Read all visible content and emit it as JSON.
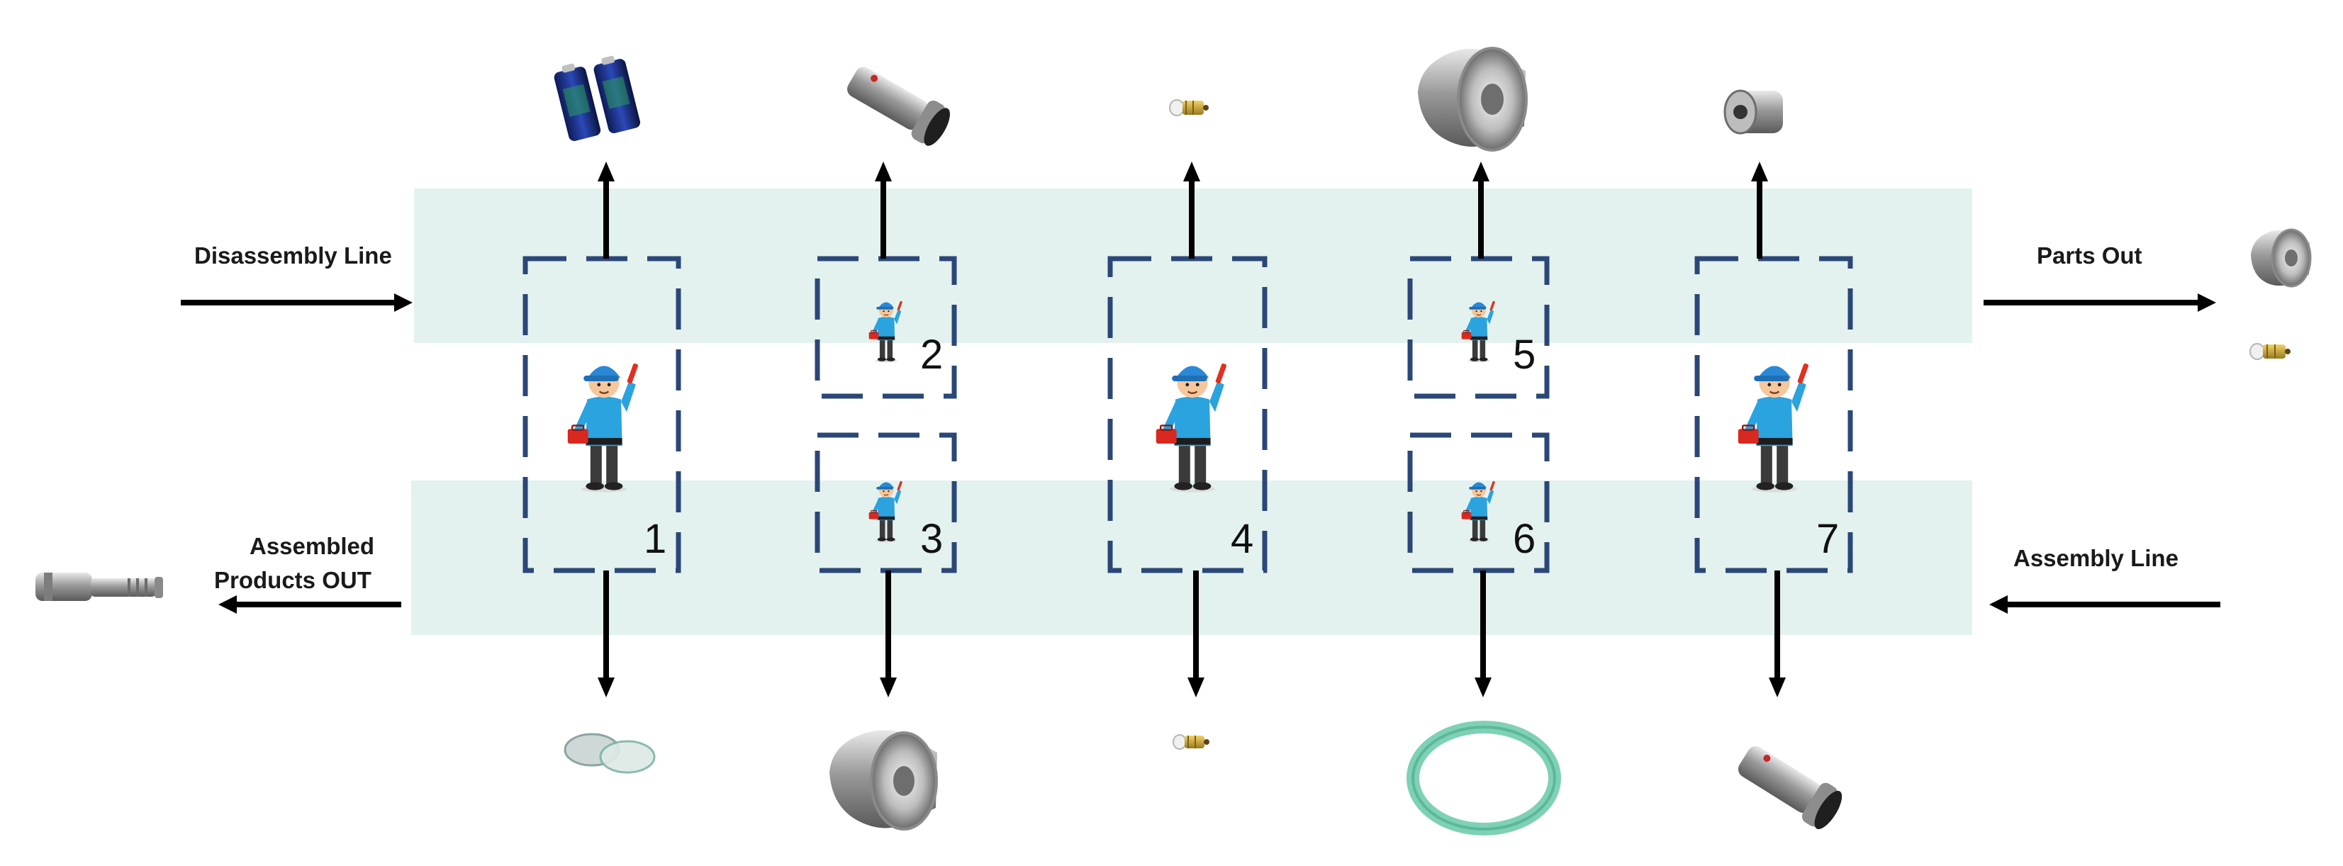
{
  "labels": {
    "disassembly_line": "Disassembly Line",
    "parts_out": "Parts Out",
    "assembled_line1": "Assembled",
    "assembled_line2": "Products OUT",
    "assembly_line": "Assembly Line"
  },
  "stations": [
    "1",
    "2",
    "3",
    "4",
    "5",
    "6",
    "7"
  ],
  "colors": {
    "lane": "#e3f2ef",
    "station_border": "#2b4777",
    "arrow": "#000000"
  },
  "icons": {
    "worker": "worker-icon",
    "parts_top": [
      "batteries-icon",
      "flashlight-body-icon",
      "small-bulb-icon",
      "reflector-icon",
      "lens-cap-icon"
    ],
    "parts_bottom": [
      "glass-lens-icon",
      "reflector-icon",
      "small-bulb-icon",
      "rubber-oring-icon",
      "flashlight-tube-icon"
    ],
    "parts_out": [
      "reflector-icon",
      "small-bulb-icon"
    ],
    "product_out": "flashlight-icon"
  }
}
